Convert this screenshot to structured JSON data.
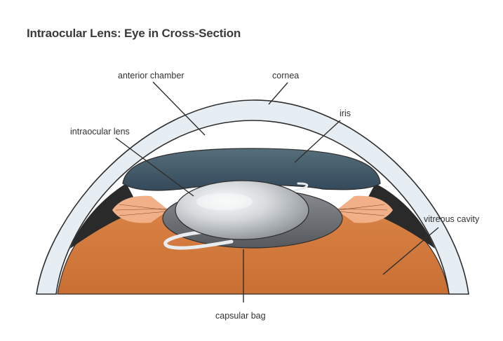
{
  "title": "Intraocular Lens: Eye in Cross-Section",
  "labels": {
    "anterior_chamber": "anterior chamber",
    "cornea": "cornea",
    "iris": "iris",
    "intraocular_lens": "intraocular lens",
    "vitreous_cavity": "vitreous cavity",
    "capsular_bag": "capsular bag"
  },
  "colors": {
    "cornea_fill": "#e8eef4",
    "cornea_outline": "#2e2e2e",
    "iris": "#3f5864",
    "vitreous": "#d37a3c",
    "ciliary_dark": "#2a2a2a",
    "zonule_peach": "#f2b088",
    "capsular_bag": "#6e7175",
    "lens": "#c9cdd1",
    "lens_highlight": "#f4f6f7"
  }
}
